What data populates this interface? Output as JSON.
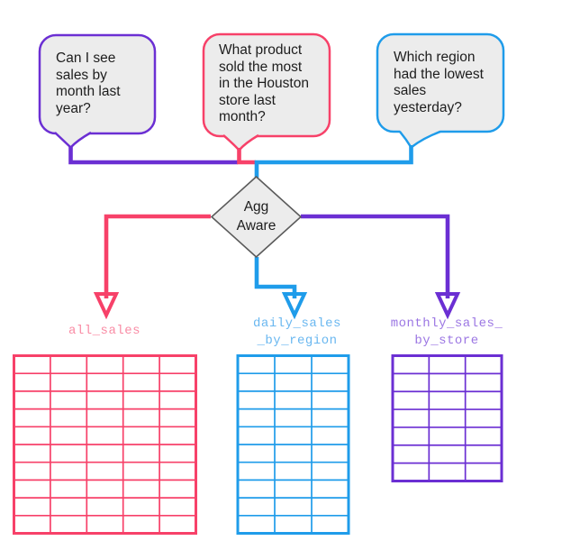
{
  "colors": {
    "purple": "#6B2FD3",
    "pink": "#F74169",
    "blue": "#1F9CEA",
    "label_pink": "#F98BA4",
    "label_blue": "#69B7F0",
    "label_purple": "#9B76E3",
    "bubble_fill": "#ECECEC",
    "diamond_border": "#5B5B5B",
    "text": "#1D1D1D"
  },
  "bubbles": [
    {
      "id": "left",
      "text": "Can I see\nsales by\nmonth last\nyear?",
      "color_key": "purple"
    },
    {
      "id": "middle",
      "text": "What product\nsold the most\nin the Houston\nstore last\nmonth?",
      "color_key": "pink"
    },
    {
      "id": "right",
      "text": "Which region\nhad the lowest\nsales\nyesterday?",
      "color_key": "blue"
    }
  ],
  "diamond": {
    "label": "Agg\nAware"
  },
  "tables": [
    {
      "id": "all-sales",
      "label": "all_sales",
      "cols": 5,
      "rows": 10,
      "color_key": "pink",
      "label_color_key": "label_pink"
    },
    {
      "id": "daily-sales-by-region",
      "label": "daily_sales\n_by_region",
      "cols": 3,
      "rows": 10,
      "color_key": "blue",
      "label_color_key": "label_blue"
    },
    {
      "id": "monthly-sales-by-store",
      "label": "monthly_sales_\nby_store",
      "cols": 3,
      "rows": 7,
      "color_key": "purple",
      "label_color_key": "label_purple"
    }
  ]
}
